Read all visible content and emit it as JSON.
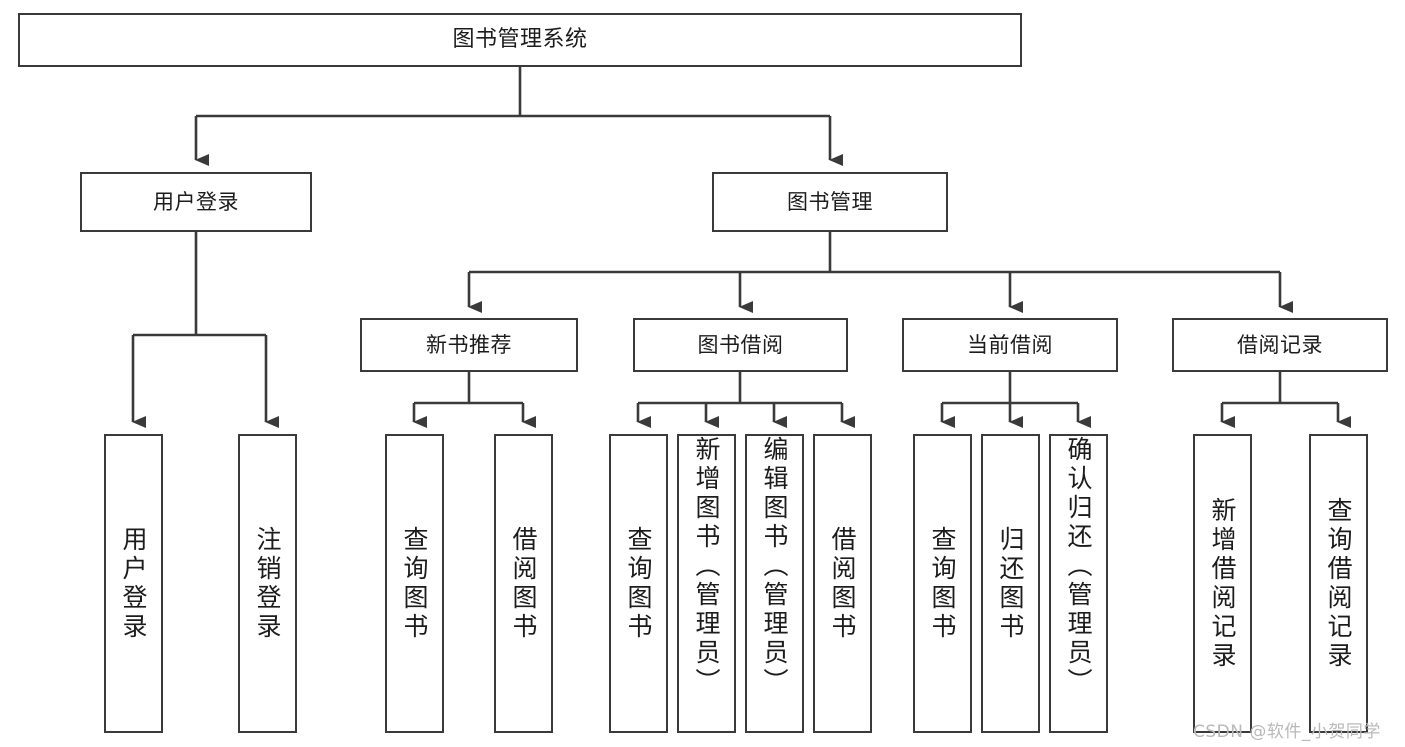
{
  "diagram": {
    "title": "图书管理系统",
    "type": "hierarchy-tree",
    "watermark": "CSDN @软件_小贺同学",
    "colors": {
      "box_border": "#3a3a3a",
      "box_fill": "#ffffff",
      "connector": "#3a3a3a",
      "text": "#1c1c1c",
      "watermark": "#b9b9b9",
      "background": "#ffffff"
    },
    "levels": {
      "level1": [
        {
          "id": "root",
          "label": "图书管理系统",
          "orientation": "horizontal"
        }
      ],
      "level2": [
        {
          "id": "user-login",
          "label": "用户登录",
          "orientation": "horizontal",
          "parent": "root"
        },
        {
          "id": "book-manage",
          "label": "图书管理",
          "orientation": "horizontal",
          "parent": "root"
        }
      ],
      "level3": [
        {
          "id": "new-book-rec",
          "label": "新书推荐",
          "orientation": "horizontal",
          "parent": "book-manage"
        },
        {
          "id": "book-borrow",
          "label": "图书借阅",
          "orientation": "horizontal",
          "parent": "book-manage"
        },
        {
          "id": "current-borrow",
          "label": "当前借阅",
          "orientation": "horizontal",
          "parent": "book-manage"
        },
        {
          "id": "borrow-record",
          "label": "借阅记录",
          "orientation": "horizontal",
          "parent": "book-manage"
        }
      ],
      "level4": [
        {
          "id": "leaf-user-login",
          "label": "用户登录",
          "orientation": "vertical",
          "parent": "user-login"
        },
        {
          "id": "leaf-logout",
          "label": "注销登录",
          "orientation": "vertical",
          "parent": "user-login"
        },
        {
          "id": "leaf-query-book-1",
          "label": "查询图书",
          "orientation": "vertical",
          "parent": "new-book-rec"
        },
        {
          "id": "leaf-borrow-book-1",
          "label": "借阅图书",
          "orientation": "vertical",
          "parent": "new-book-rec"
        },
        {
          "id": "leaf-query-book-2",
          "label": "查询图书",
          "orientation": "vertical",
          "parent": "book-borrow"
        },
        {
          "id": "leaf-add-book",
          "label": "新增图书（管理员）",
          "orientation": "vertical",
          "parent": "book-borrow"
        },
        {
          "id": "leaf-edit-book",
          "label": "编辑图书（管理员）",
          "orientation": "vertical",
          "parent": "book-borrow"
        },
        {
          "id": "leaf-borrow-book-2",
          "label": "借阅图书",
          "orientation": "vertical",
          "parent": "book-borrow"
        },
        {
          "id": "leaf-query-book-3",
          "label": "查询图书",
          "orientation": "vertical",
          "parent": "current-borrow"
        },
        {
          "id": "leaf-return-book",
          "label": "归还图书",
          "orientation": "vertical",
          "parent": "current-borrow"
        },
        {
          "id": "leaf-confirm-return",
          "label": "确认归还（管理员）",
          "orientation": "vertical",
          "parent": "current-borrow"
        },
        {
          "id": "leaf-add-record",
          "label": "新增借阅记录",
          "orientation": "vertical",
          "parent": "borrow-record"
        },
        {
          "id": "leaf-query-record",
          "label": "查询借阅记录",
          "orientation": "vertical",
          "parent": "borrow-record"
        }
      ]
    }
  }
}
